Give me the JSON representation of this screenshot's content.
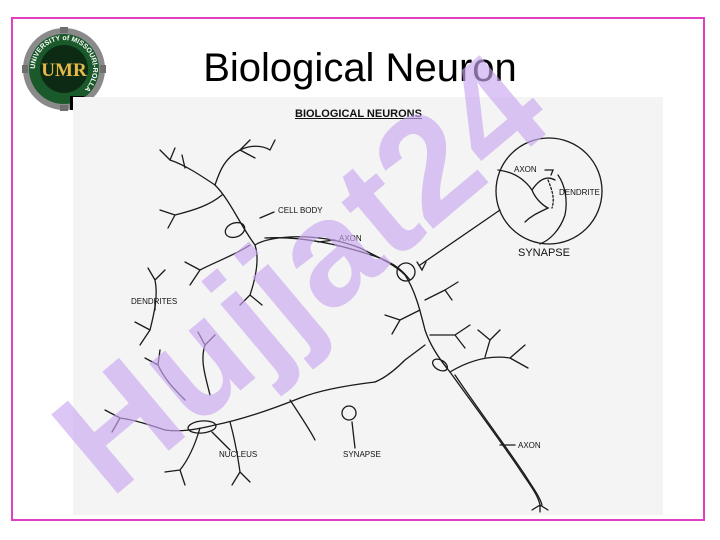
{
  "slide": {
    "title": "Biological Neuron",
    "frame_color": "#e040c0"
  },
  "logo": {
    "ring_text": "UNIVERSITY of MISSOURI-ROLLA",
    "monogram": "UMR",
    "ring_color": "#1a5a2a",
    "gear_color": "#8a8a8a"
  },
  "diagram": {
    "heading": "BIOLOGICAL NEURONS",
    "labels": {
      "cell_body": "CELL BODY",
      "axon_top": "AXON",
      "dendrites": "DENDRITES",
      "nucleus": "NUCLEUS",
      "synapse_bottom": "SYNAPSE",
      "axon_bottom": "AXON",
      "inset_axon": "AXON",
      "inset_dendrite": "DENDRITE",
      "inset_synapse": "SYNAPSE"
    }
  },
  "watermark": {
    "text": "Hujjat24",
    "color": "#c9a8f0"
  }
}
